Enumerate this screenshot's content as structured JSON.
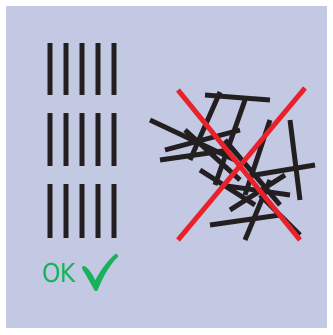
{
  "ok_panel": {
    "text": "OK",
    "text_color": "#16b35a",
    "check_color": "#16b35a",
    "icon": "checkmark-icon"
  },
  "colors": {
    "background": "#c3c8e3",
    "stick": "#231f20",
    "cross": "#e8212a"
  },
  "tidy_sticks": {
    "groups": 3,
    "sticks_per_group": 5
  },
  "messy_sticks": {
    "icon": "cross-icon"
  }
}
